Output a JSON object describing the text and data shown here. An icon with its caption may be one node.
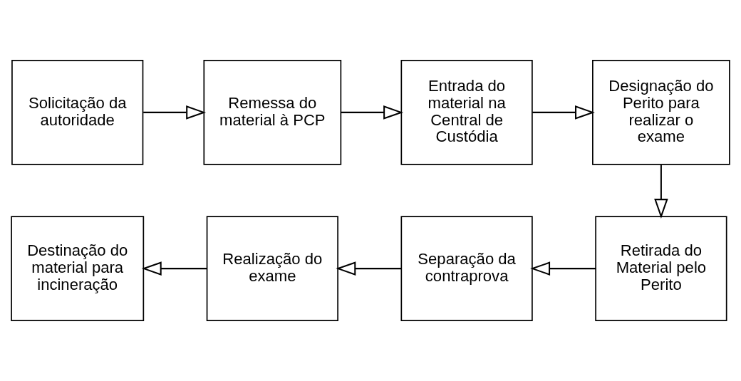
{
  "diagram": {
    "nodes": [
      {
        "text": [
          "Solicitação da autoridade"
        ]
      },
      {
        "text": [
          "Remessa do material à PCP"
        ]
      },
      {
        "text": [
          "Entrada do material na Central de Custódia"
        ]
      },
      {
        "text": [
          "Designação do Perito para realizar o exame"
        ]
      },
      {
        "text": [
          "Retirada do Material pelo Perito"
        ]
      },
      {
        "text": [
          "Separação da contraprova"
        ]
      },
      {
        "text": [
          "Realização do exame"
        ]
      },
      {
        "text": [
          "Destinação do material para incineração"
        ]
      }
    ],
    "edges": [
      {
        "from": 0,
        "to": 1,
        "arrow": "to"
      },
      {
        "from": 1,
        "to": 2,
        "arrow": "to"
      },
      {
        "from": 2,
        "to": 3,
        "arrow": "to"
      },
      {
        "from": 3,
        "to": 4,
        "arrow": "to"
      },
      {
        "from": 4,
        "to": 5,
        "arrow": "to"
      },
      {
        "from": 5,
        "to": 6,
        "arrow": "to"
      },
      {
        "from": 6,
        "to": 7,
        "arrow": "to"
      }
    ]
  }
}
